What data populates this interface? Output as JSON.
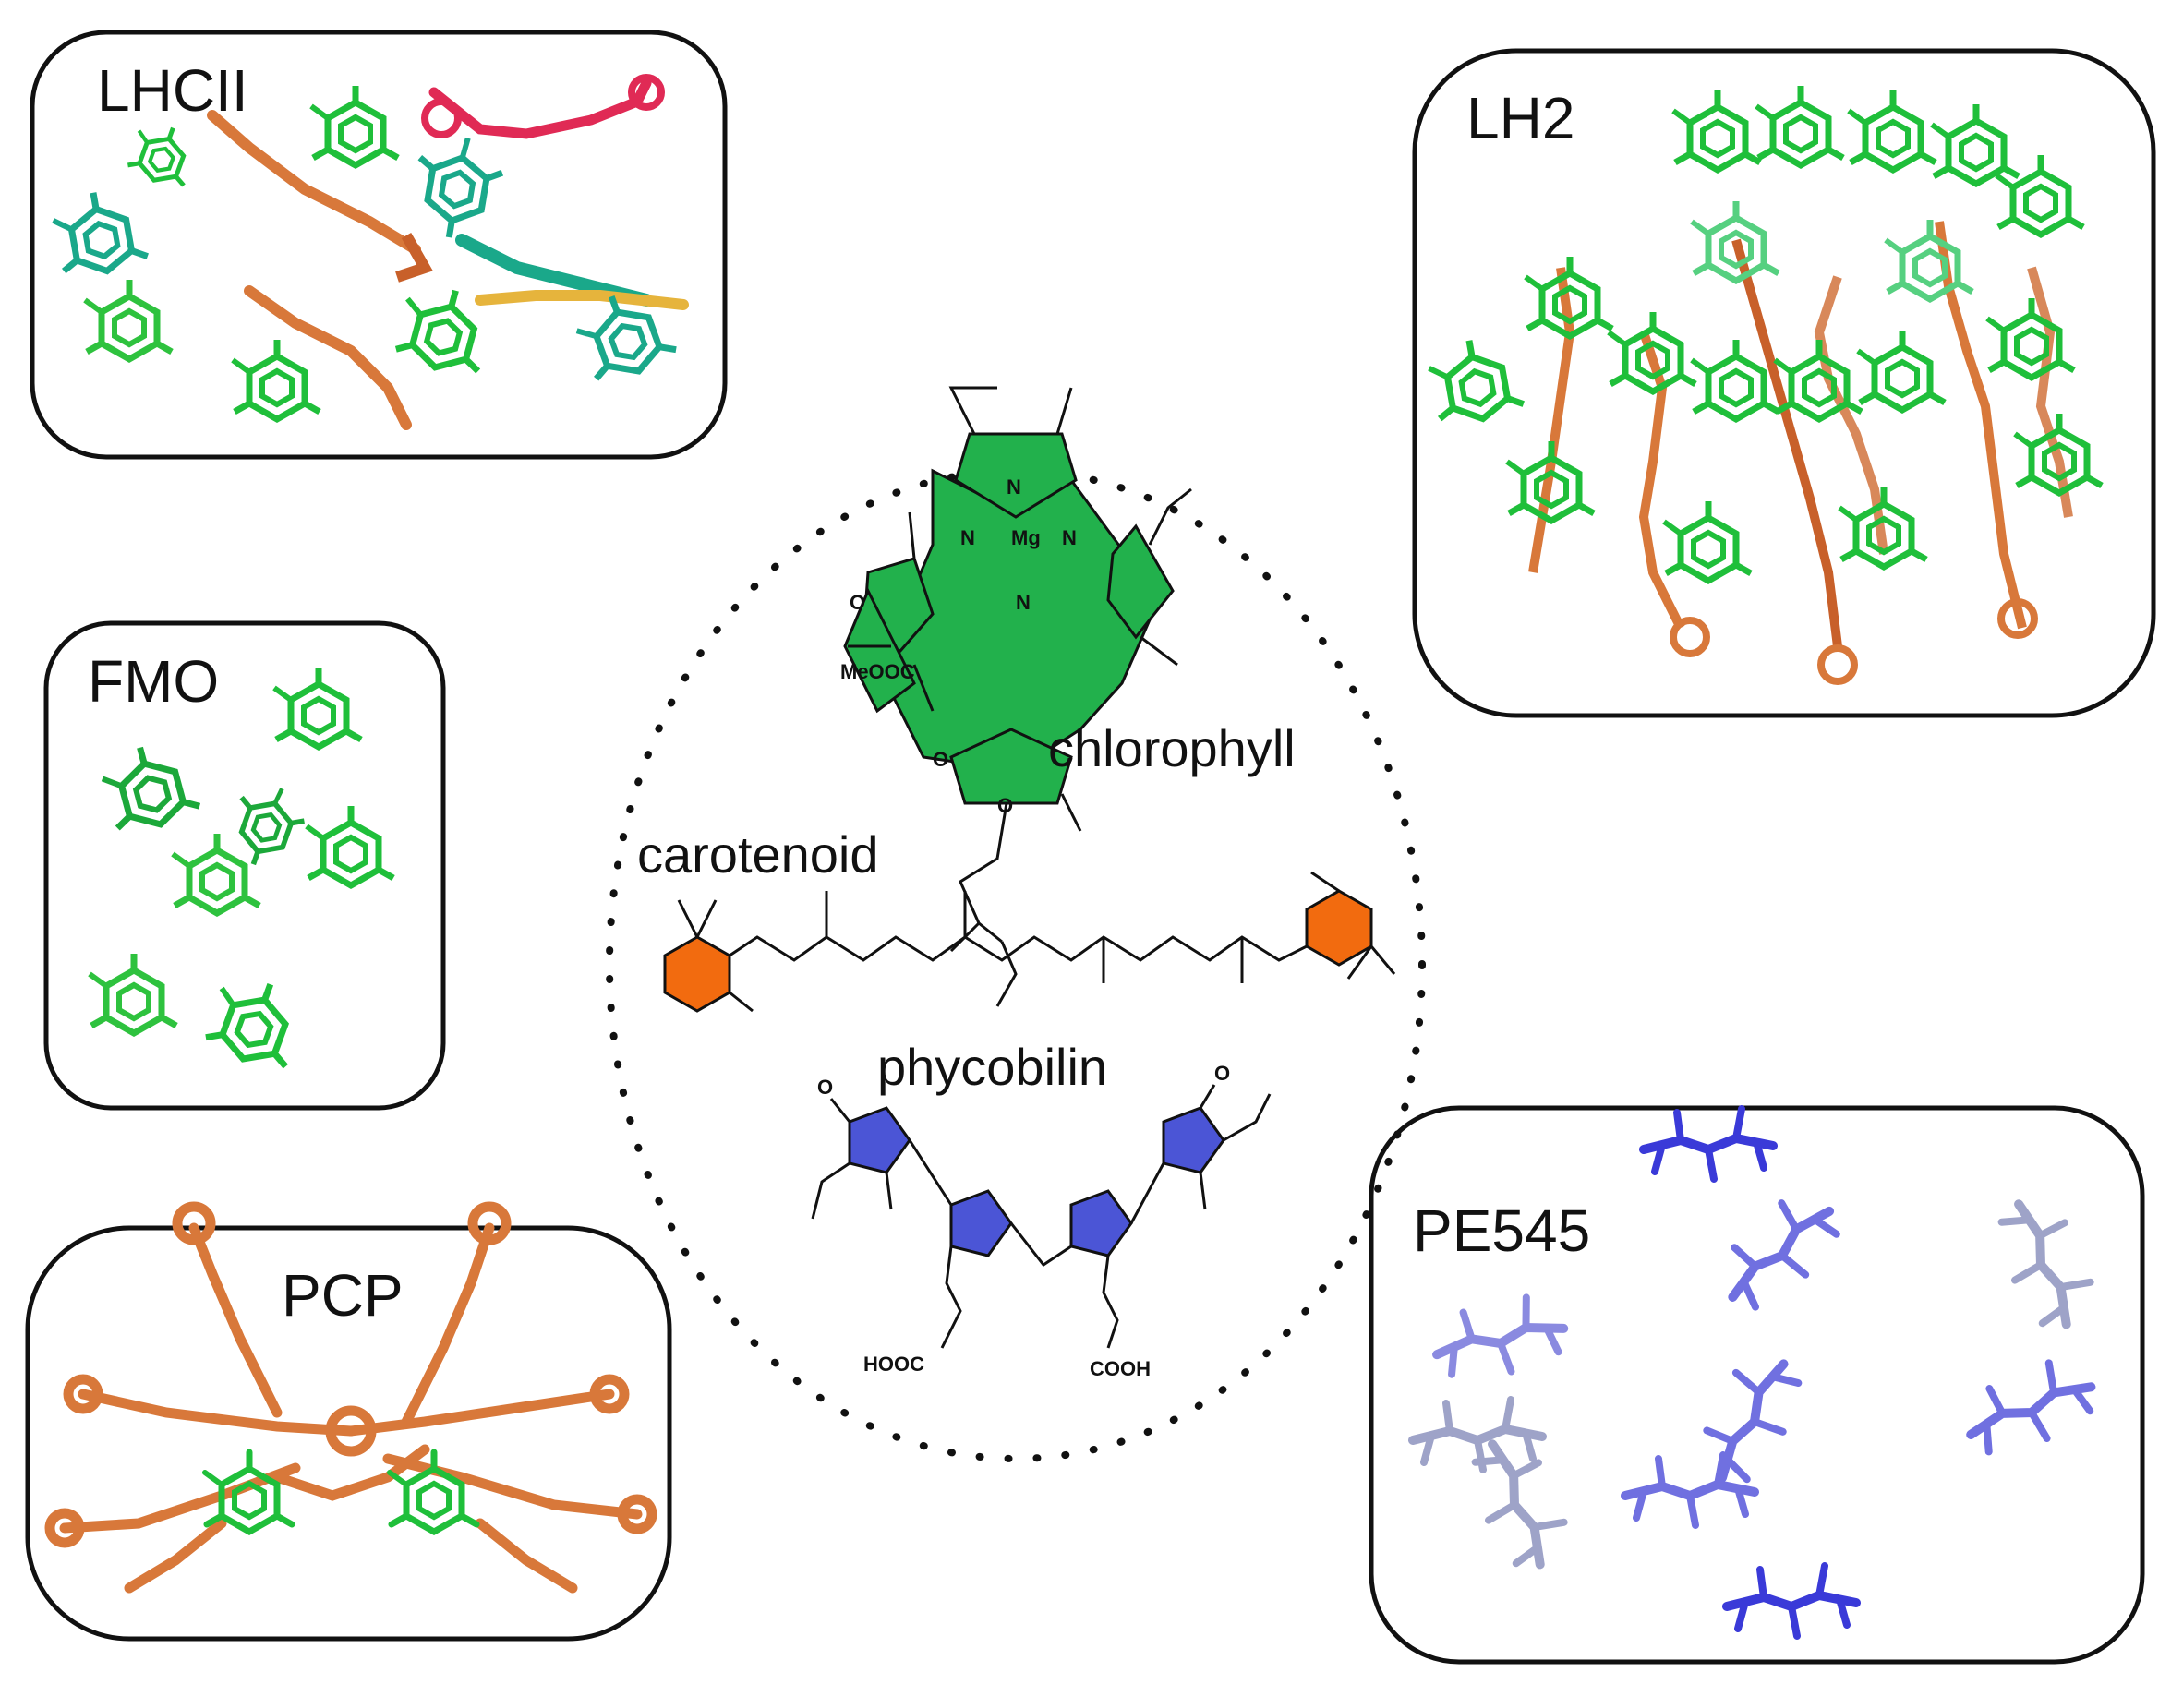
{
  "panels": {
    "lhcii": {
      "label": "LHCII"
    },
    "lh2": {
      "label": "LH2"
    },
    "fmo": {
      "label": "FMO"
    },
    "pcp": {
      "label": "PCP"
    },
    "pe545": {
      "label": "PE545"
    }
  },
  "molecules": {
    "chlorophyll": {
      "label": "chlorophyll",
      "color": "#22b14c",
      "atoms": {
        "n_top": "N",
        "n_left": "N",
        "n_right": "N",
        "n_bottom": "N",
        "mg": "Mg",
        "ester": "MeOOC",
        "keto_o": "O",
        "ester_o1": "O",
        "ester_o2": "O"
      }
    },
    "carotenoid": {
      "label": "carotenoid",
      "color": "#f26b0f"
    },
    "phycobilin": {
      "label": "phycobilin",
      "color": "#4b55d6",
      "atoms": {
        "o_left": "O",
        "o_right": "O",
        "acid_left": "HOOC",
        "acid_right": "COOH"
      }
    }
  },
  "colors": {
    "green": "#1fbf3a",
    "teal": "#1aa88a",
    "orange": "#d8783a",
    "red": "#e02a55",
    "yellow": "#e6b43c",
    "blue": "#3a3ad8",
    "lavender": "#8a8ae0",
    "grey_blue": "#9ea3c8"
  }
}
